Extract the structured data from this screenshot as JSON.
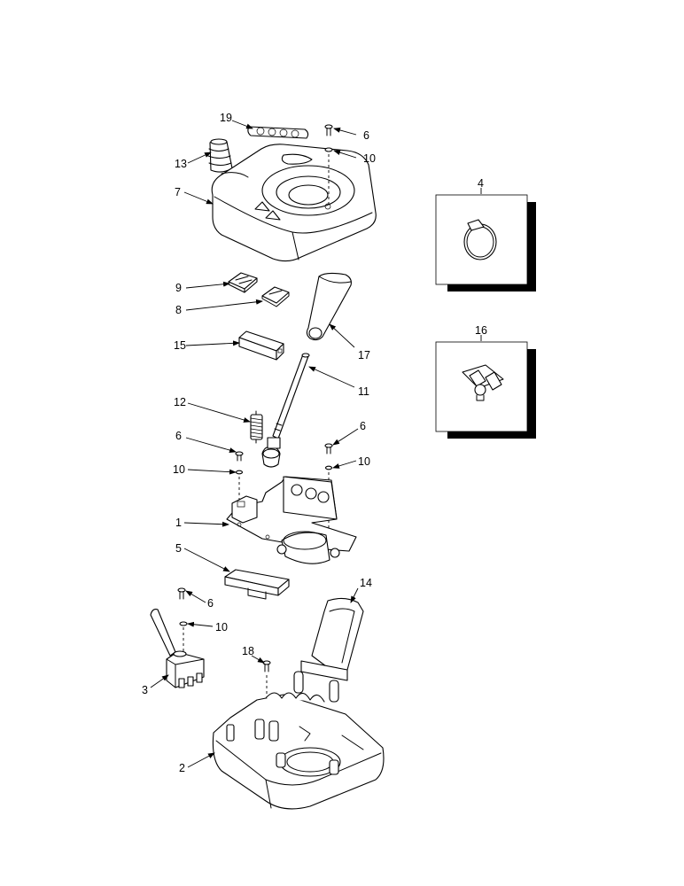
{
  "callouts": {
    "c1": "1",
    "c2": "2",
    "c3": "3",
    "c4": "4",
    "c5": "5",
    "c6a": "6",
    "c6b": "6",
    "c6c": "6",
    "c6d": "6",
    "c7": "7",
    "c8": "8",
    "c9": "9",
    "c10a": "10",
    "c10b": "10",
    "c10c": "10",
    "c10d": "10",
    "c11": "11",
    "c12": "12",
    "c13": "13",
    "c14": "14",
    "c15": "15",
    "c16": "16",
    "c17": "17",
    "c18": "18",
    "c19": "19"
  }
}
